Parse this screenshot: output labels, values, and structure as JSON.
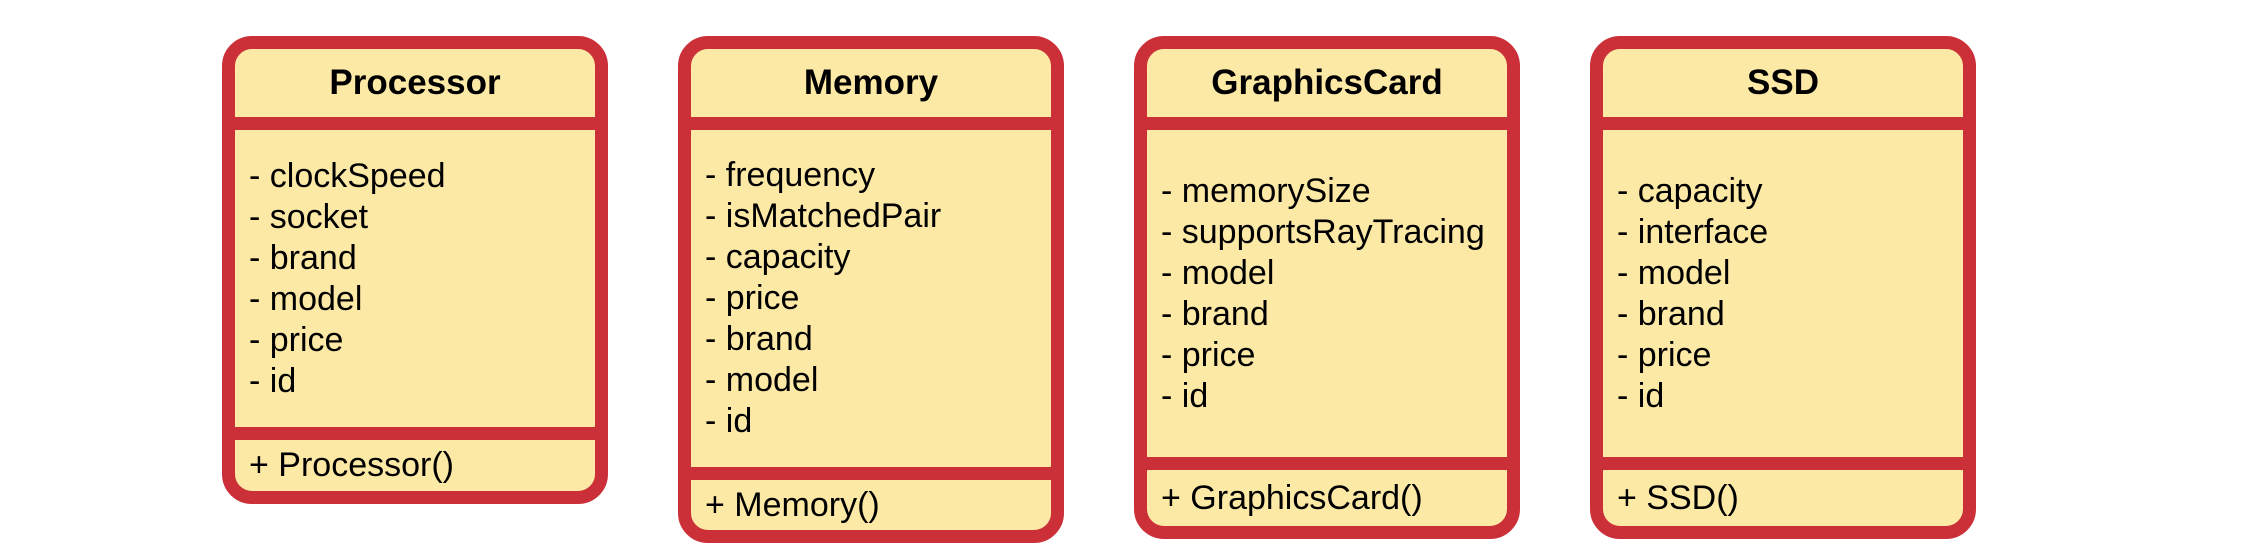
{
  "diagram": {
    "classes": [
      {
        "name": "Processor",
        "attributes": [
          "- clockSpeed",
          "- socket",
          "- brand",
          "- model",
          "- price",
          "- id"
        ],
        "methods": [
          "+ Processor()"
        ]
      },
      {
        "name": "Memory",
        "attributes": [
          "- frequency",
          "- isMatchedPair",
          "- capacity",
          "- price",
          "- brand",
          "- model",
          "- id"
        ],
        "methods": [
          "+ Memory()"
        ]
      },
      {
        "name": "GraphicsCard",
        "attributes": [
          "- memorySize",
          "- supportsRayTracing",
          "- model",
          "- brand",
          "- price",
          "- id"
        ],
        "methods": [
          "+ GraphicsCard()"
        ]
      },
      {
        "name": "SSD",
        "attributes": [
          "- capacity",
          "- interface",
          "- model",
          "- brand",
          "- price",
          "- id"
        ],
        "methods": [
          "+ SSD()"
        ]
      }
    ],
    "colors": {
      "border": "#cb3039",
      "fill": "#fde9a6",
      "text": "#000000"
    }
  }
}
